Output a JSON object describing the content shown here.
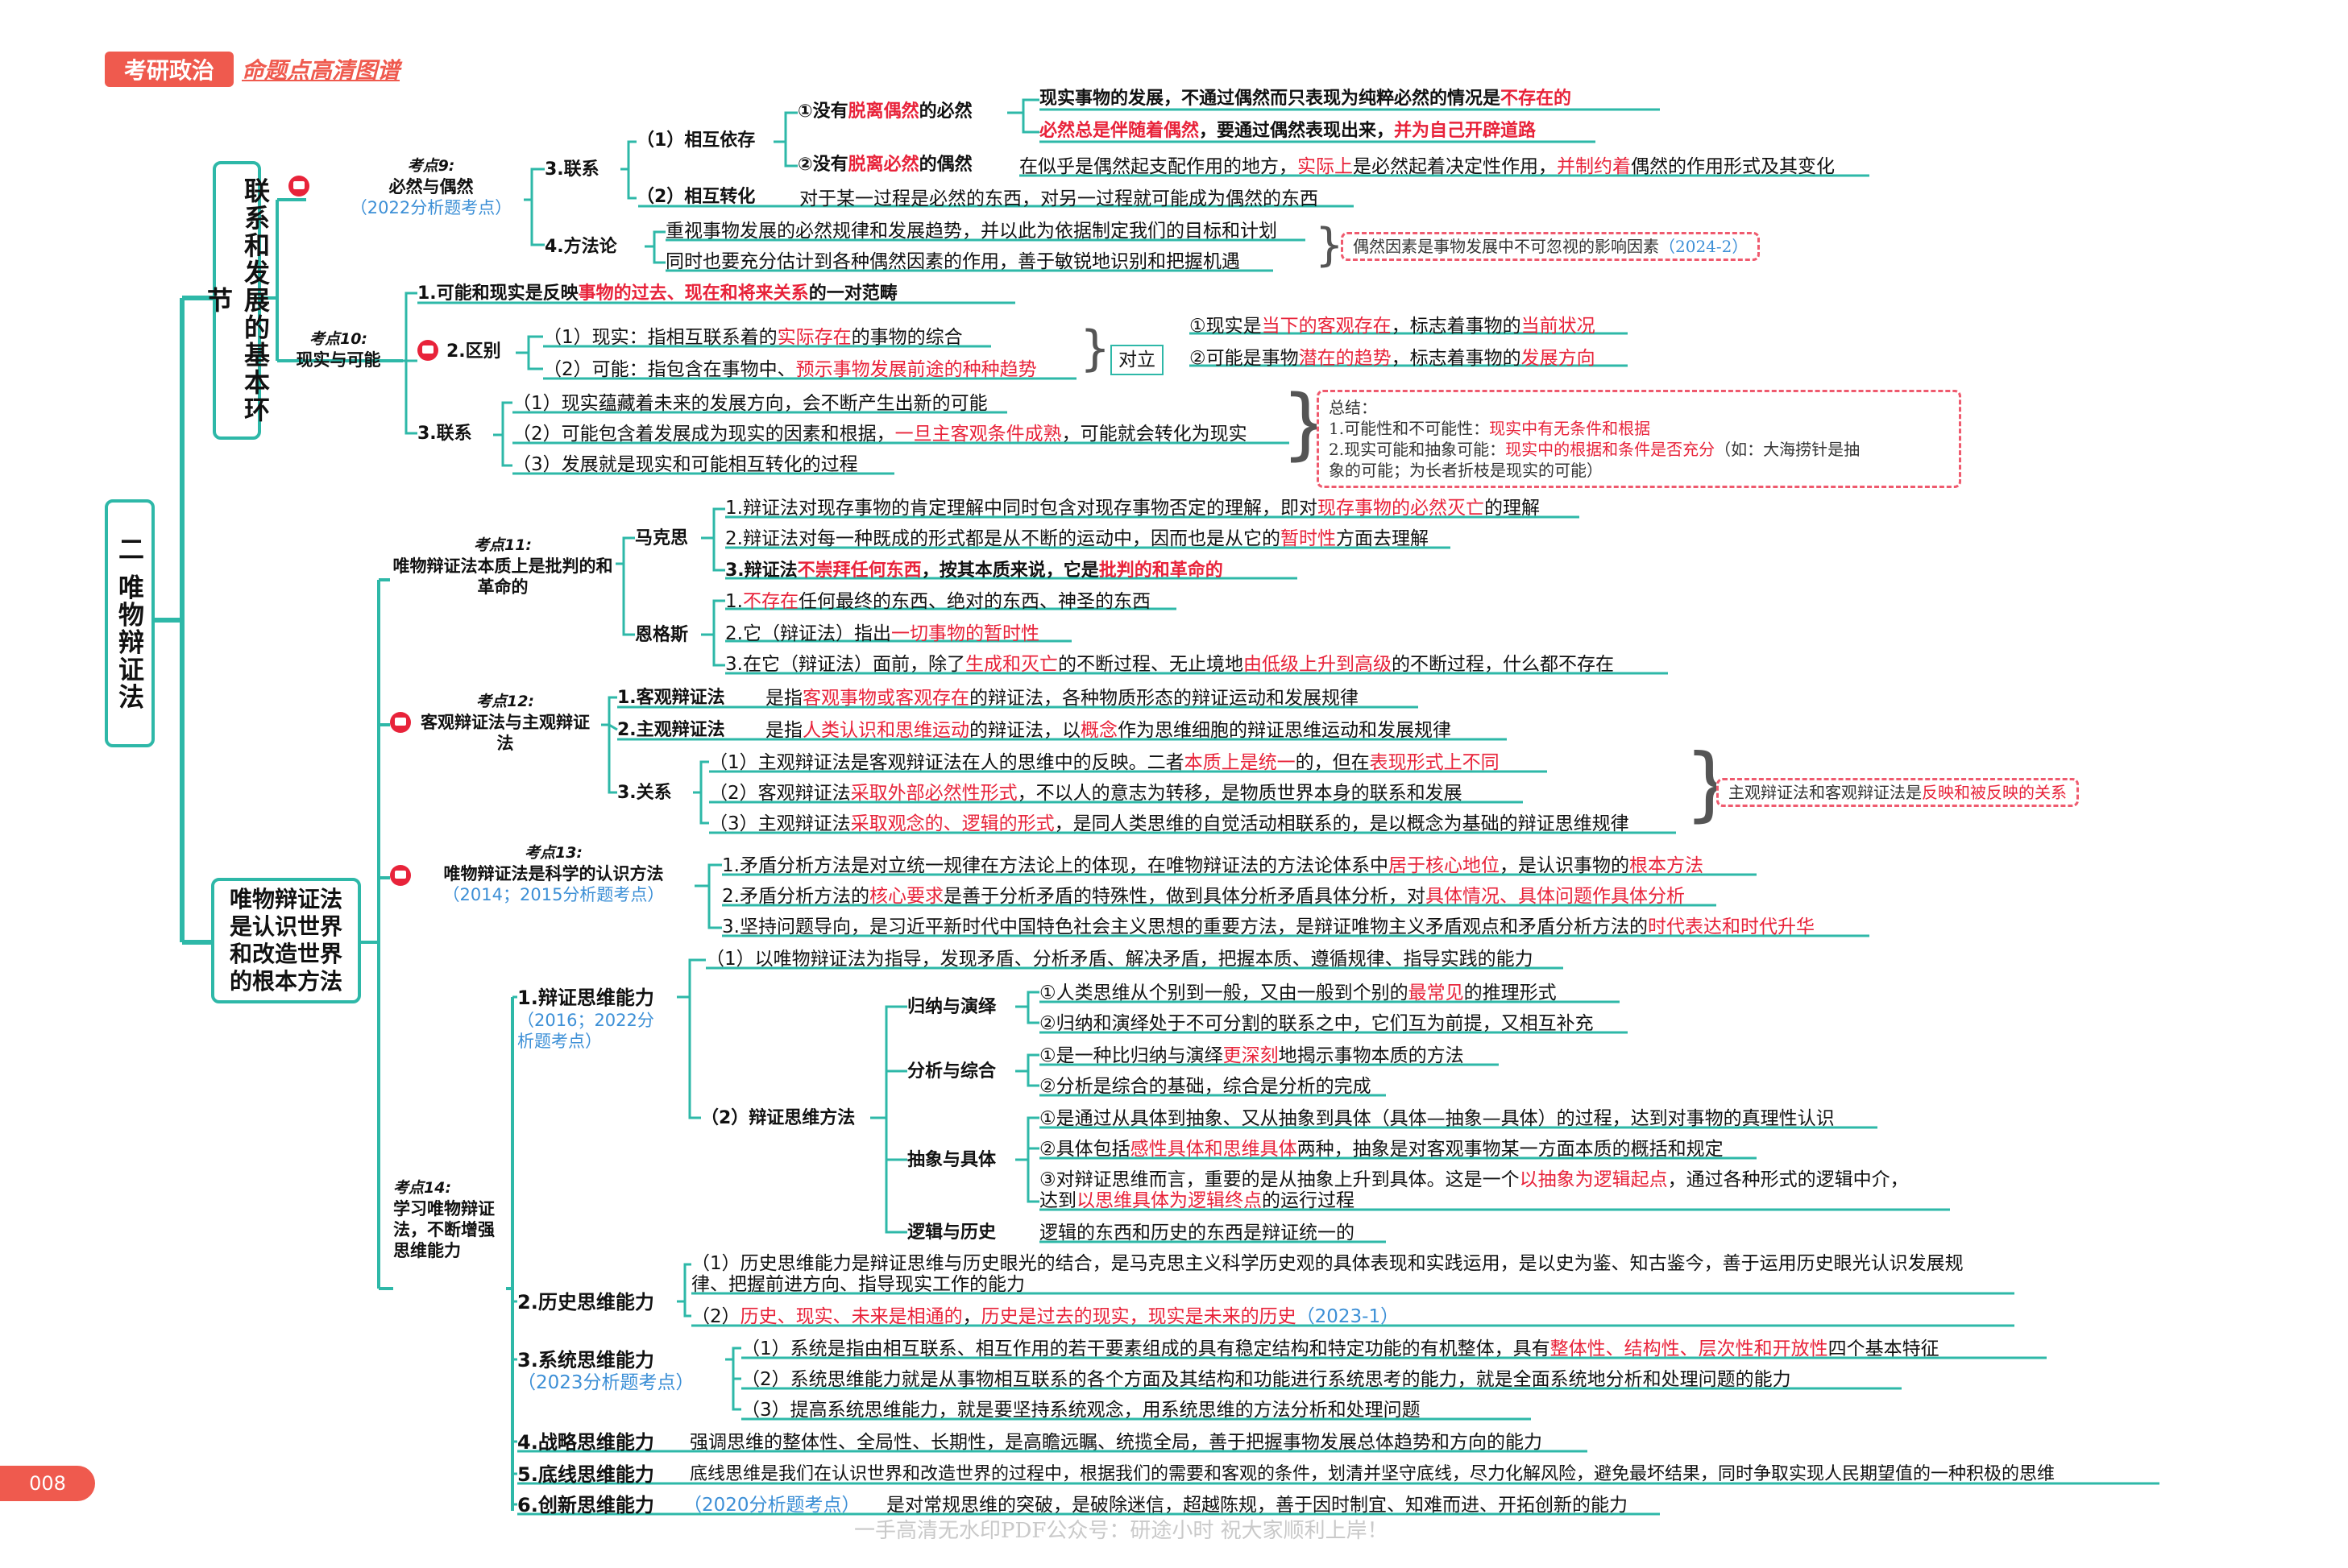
{
  "header": {
    "badge": "考研政治",
    "subtitle": "命题点高清图谱"
  },
  "page_number": "008",
  "footer": "一手高清无水印PDF公众号：研途小时  祝大家顺利上岸！",
  "chapter": "二  唯物辩证法",
  "sec1": "联系和发展的基本环节",
  "sec2": "唯物辩证法是认识世界和改造世界的根本方法",
  "k9": {
    "label": "考点9:",
    "title": "必然与偶然",
    "badge": "（2022分析题考点）",
    "b3": "3.联系",
    "b3a": "（1）相互依存",
    "b3a1": [
      "①没有",
      "脱离偶然",
      "的必然"
    ],
    "b3a1t": [
      "现实事物的发展，不通过偶然而只表现为纯粹必然的情况是",
      "不存在的"
    ],
    "b3a1t2": [
      "必然总是伴随着偶然",
      "，要通过偶然表现出来，",
      "并为自己开辟道路"
    ],
    "b3a2": [
      "②没有",
      "脱离必然",
      "的偶然"
    ],
    "b3a2t": [
      "在似乎是偶然起支配作用的地方，",
      "实际上",
      "是必然起着决定性作用，",
      "并制约着",
      "偶然的作用形式及其变化"
    ],
    "b3b": "（2）相互转化",
    "b3bt": "对于某一过程是必然的东西，对另一过程就可能成为偶然的东西",
    "b4": "4.方法论",
    "b4a": "重视事物发展的必然规律和发展趋势，并以此为依据制定我们的目标和计划",
    "b4b": "同时也要充分估计到各种偶然因素的作用，善于敏锐地识别和把握机遇",
    "note": [
      "偶然因素是事物发展中不可忽视的影响因素",
      "（2024-2）"
    ]
  },
  "k10": {
    "label": "考点10:",
    "title": "现实与可能",
    "b1": [
      "1.可能和现实是反映",
      "事物的过去、现在和将来关系",
      "的一对范畴"
    ],
    "b2": "2.区别",
    "b2a": [
      "（1）现实：指相互联系着的",
      "实际存在",
      "的事物的综合"
    ],
    "b2b": [
      "（2）可能：指包含在事物中、",
      "预示事物发展前途的种种趋势"
    ],
    "dui": "对立",
    "d1": [
      "①现实是",
      "当下的客观存在",
      "，标志着事物的",
      "当前状况"
    ],
    "d2": [
      "②可能是事物",
      "潜在的趋势",
      "，标志着事物的",
      "发展方向"
    ],
    "b3": "3.联系",
    "b3a": "（1）现实蕴藏着未来的发展方向，会不断产生出新的可能",
    "b3b": [
      "（2）可能包含着发展成为现实的因素和根据，",
      "一旦主客观条件成熟",
      "，可能就会转化为现实"
    ],
    "b3c": "（3）发展就是现实和可能相互转化的过程",
    "note1": "总结：",
    "note2": [
      "1.可能性和不可能性：",
      "现实中有无条件和根据"
    ],
    "note3": [
      "2.现实可能和抽象可能：",
      "现实中的根据和条件是否充分",
      "（如：大海捞针是抽"
    ],
    "note4": "象的可能；为长者折枝是现实的可能）"
  },
  "k11": {
    "label": "考点11:",
    "title": "唯物辩证法本质上是批判的和革命的",
    "marx": "马克思",
    "engels": "恩格斯",
    "m1": [
      "1.辩证法对现存事物的肯定理解中同时包含对现存事物否定的理解，即对",
      "现存事物的必然灭亡",
      "的理解"
    ],
    "m2": [
      "2.辩证法对每一种既成的形式都是从不断的运动中，因而也是从它的",
      "暂时性",
      "方面去理解"
    ],
    "m3": [
      "3.辩证法",
      "不崇拜任何东西",
      "，按其本质来说，它是",
      "批判的和革命的"
    ],
    "e1": [
      "1.",
      "不存在",
      "任何最终的东西、绝对的东西、神圣的东西"
    ],
    "e2": [
      "2.它（辩证法）指出",
      "一切事物的暂时性"
    ],
    "e3": [
      "3.在它（辩证法）面前，除了",
      "生成和灭亡",
      "的不断过程、无止境地",
      "由低级上升到高级",
      "的不断过程，什么都不存在"
    ]
  },
  "k12": {
    "label": "考点12:",
    "title": "客观辩证法与主观辩证法",
    "b1": "1.客观辩证法",
    "b1t": [
      "是指",
      "客观事物或客观存在",
      "的辩证法，各种物质形态的辩证运动和发展规律"
    ],
    "b2": "2.主观辩证法",
    "b2t": [
      "是指",
      "人类认识和思维运动",
      "的辩证法，以",
      "概念",
      "作为思维细胞的辩证思维运动和发展规律"
    ],
    "b3": "3.关系",
    "b3a": [
      "（1）主观辩证法是客观辩证法在人的思维中的反映。二者",
      "本质上是统一",
      "的，但在",
      "表现形式上不同"
    ],
    "b3b": [
      "（2）客观辩证法",
      "采取外部必然性形式",
      "，不以人的意志为转移，是物质世界本身的联系和发展"
    ],
    "b3c": [
      "（3）主观辩证法",
      "采取观念的、逻辑的形式",
      "，是同人类思维的自觉活动相联系的，是以概念为基础的辩证思维规律"
    ],
    "note": [
      "主观辩证法和客观辩证法是",
      "反映和被反映的关系"
    ]
  },
  "k13": {
    "label": "考点13:",
    "title": "唯物辩证法是科学的认识方法",
    "badge": "（2014；2015分析题考点）",
    "b1": [
      "1.矛盾分析方法是对立统一规律在方法论上的体现，在唯物辩证法的方法论体系中",
      "居于核心地位",
      "，是认识事物的",
      "根本方法"
    ],
    "b2": [
      "2.矛盾分析方法的",
      "核心要求",
      "是善于分析矛盾的特殊性，做到具体分析矛盾具体分析，对",
      "具体情况、具体问题作具体分析"
    ],
    "b3": [
      "3.坚持问题导向，是习近平新时代中国特色社会主义思想的重要方法，是辩证唯物主义矛盾观点和矛盾分析方法的",
      "时代表达和时代升华"
    ]
  },
  "k14": {
    "label": "考点14:",
    "title": "学习唯物辩证法，不断增强思维能力",
    "c1": "1.辩证思维能力",
    "c1b": "（2016；2022分析题考点）",
    "c1a": "（1）以唯物辩证法为指导，发现矛盾、分析矛盾、解决矛盾，把握本质、遵循规律、指导实践的能力",
    "c1b2": "（2）辩证思维方法",
    "m1": "归纳与演绎",
    "m1a": [
      "①人类思维从个别到一般，又由一般到个别的",
      "最常见",
      "的推理形式"
    ],
    "m1b": "②归纳和演绎处于不可分割的联系之中，它们互为前提，又相互补充",
    "m2": "分析与综合",
    "m2a": [
      "①是一种比归纳与演绎",
      "更深刻",
      "地揭示事物本质的方法"
    ],
    "m2b": "②分析是综合的基础，综合是分析的完成",
    "m3": "抽象与具体",
    "m3a": "①是通过从具体到抽象、又从抽象到具体（具体—抽象—具体）的过程，达到对事物的真理性认识",
    "m3b": [
      "②具体包括",
      "感性具体和思维具体",
      "两种，抽象是对客观事物某一方面本质的概括和规定"
    ],
    "m3c": [
      "③对辩证思维而言，重要的是从抽象上升到具体。这是一个",
      "以抽象为逻辑起点",
      "，通过各种形式的逻辑中介，"
    ],
    "m3c2": [
      "达到",
      "以思维具体为逻辑终点",
      "的运行过程"
    ],
    "m4": "逻辑与历史",
    "m4a": "逻辑的东西和历史的东西是辩证统一的",
    "c2": "2.历史思维能力",
    "c2a": "（1）历史思维能力是辩证思维与历史眼光的结合，是马克思主义科学历史观的具体表现和实践运用，是以史为鉴、知古鉴今，善于运用历史眼光认识发展规",
    "c2a2": "律、把握前进方向、指导现实工作的能力",
    "c2b": [
      "（2）",
      "历史、现实、未来是相通的",
      "，",
      "历史是过去的现实，现实是未来的历史",
      "（2023-1）"
    ],
    "c3": "3.系统思维能力",
    "c3b": "（2023分析题考点）",
    "c3a": [
      "（1）系统是指由相互联系、相互作用的若干要素组成的具有稳定结构和特定功能的有机整体，具有",
      "整体性、结构性、层次性和开放性",
      "四个基本特征"
    ],
    "c3c": "（2）系统思维能力就是从事物相互联系的各个方面及其结构和功能进行系统思考的能力，就是全面系统地分析和处理问题的能力",
    "c3d": "（3）提高系统思维能力，就是要坚持系统观念，用系统思维的方法分析和处理问题",
    "c4": "4.战略思维能力",
    "c4a": "强调思维的整体性、全局性、长期性，是高瞻远瞩、统揽全局，善于把握事物发展总体趋势和方向的能力",
    "c5": "5.底线思维能力",
    "c5a": "底线思维是我们在认识世界和改造世界的过程中，根据我们的需要和客观的条件，划清并坚守底线，尽力化解风险，避免最坏结果，同时争取实现人民期望值的一种积极的思维",
    "c6": "6.创新思维能力",
    "c6b": "（2020分析题考点）",
    "c6a": "是对常规思维的突破，是破除迷信，超越陈规，善于因时制宜、知难而进、开拓创新的能力"
  },
  "colors": {
    "teal": "#2eb8a8",
    "red": "#e8233a",
    "blue": "#3c8fd6",
    "header": "#ef5a4e"
  }
}
